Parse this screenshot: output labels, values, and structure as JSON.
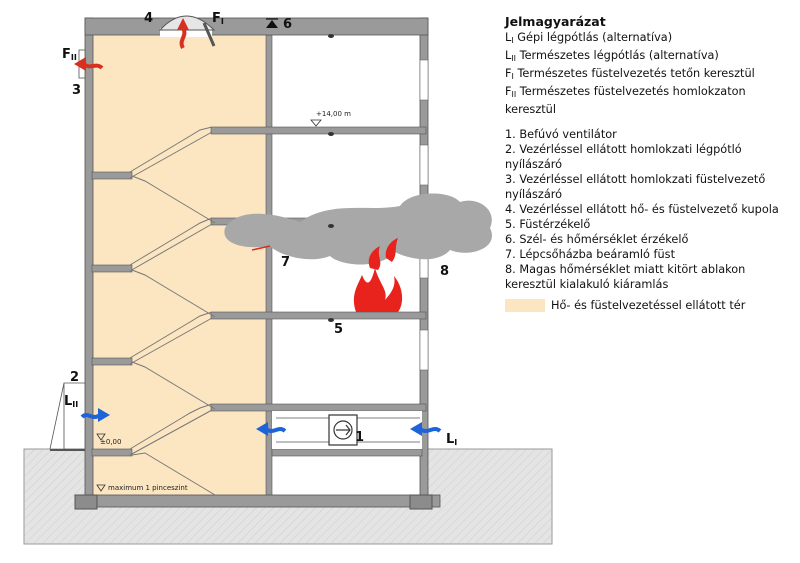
{
  "labels": {
    "n1": "1",
    "n2": "2",
    "n3": "3",
    "n4": "4",
    "n5": "5",
    "n6": "6",
    "n7": "7",
    "n8": "8",
    "fi_main": "F",
    "fi_sub": "I",
    "fii_main": "F",
    "fii_sub": "II",
    "li_main": "L",
    "li_sub": "I",
    "lii_main": "L",
    "lii_sub": "II",
    "level_top": "+14,00 m",
    "level_zero": "±0,00",
    "basement": "maximum 1 pinceszint"
  },
  "legend": {
    "title": "Jelmagyarázat",
    "entries": [
      {
        "sym": "L",
        "sub": "I",
        "text": " Gépi légpótlás (alternatíva)"
      },
      {
        "sym": "L",
        "sub": "II",
        "text": " Természetes légpótlás (alternatíva)"
      },
      {
        "sym": "F",
        "sub": "I",
        "text": " Természetes füstelvezetés tetőn keresztül"
      },
      {
        "sym": "F",
        "sub": "II",
        "text": " Természetes füstelvezetés homlokzaton keresztül"
      }
    ],
    "items": [
      "1. Befúvó ventilátor",
      "2. Vezérléssel ellátott homlokzati légpótló nyílászáró",
      "3. Vezérléssel ellátott homlokzati füstelvezető nyílászáró",
      "4. Vezérléssel ellátott hő- és füstelvezető kupola",
      "5. Füstérzékelő",
      "6. Szél- és hőmérséklet érzékelő",
      "7. Lépcsőházba beáramló füst",
      "8. Magas hőmérséklet miatt kitört ablakon keresztül kialakuló kiáramlás"
    ],
    "swatch_label": "Hő- és füstelvezetéssel ellátott tér"
  },
  "colors": {
    "stair_fill": "#fce6c2",
    "wall": "#8c8c8c",
    "ground": "#e3e3e3",
    "smoke": "#9a9a9a",
    "fire": "#e8231d",
    "arrow_red": "#d8301f",
    "arrow_blue": "#1f63d8"
  }
}
